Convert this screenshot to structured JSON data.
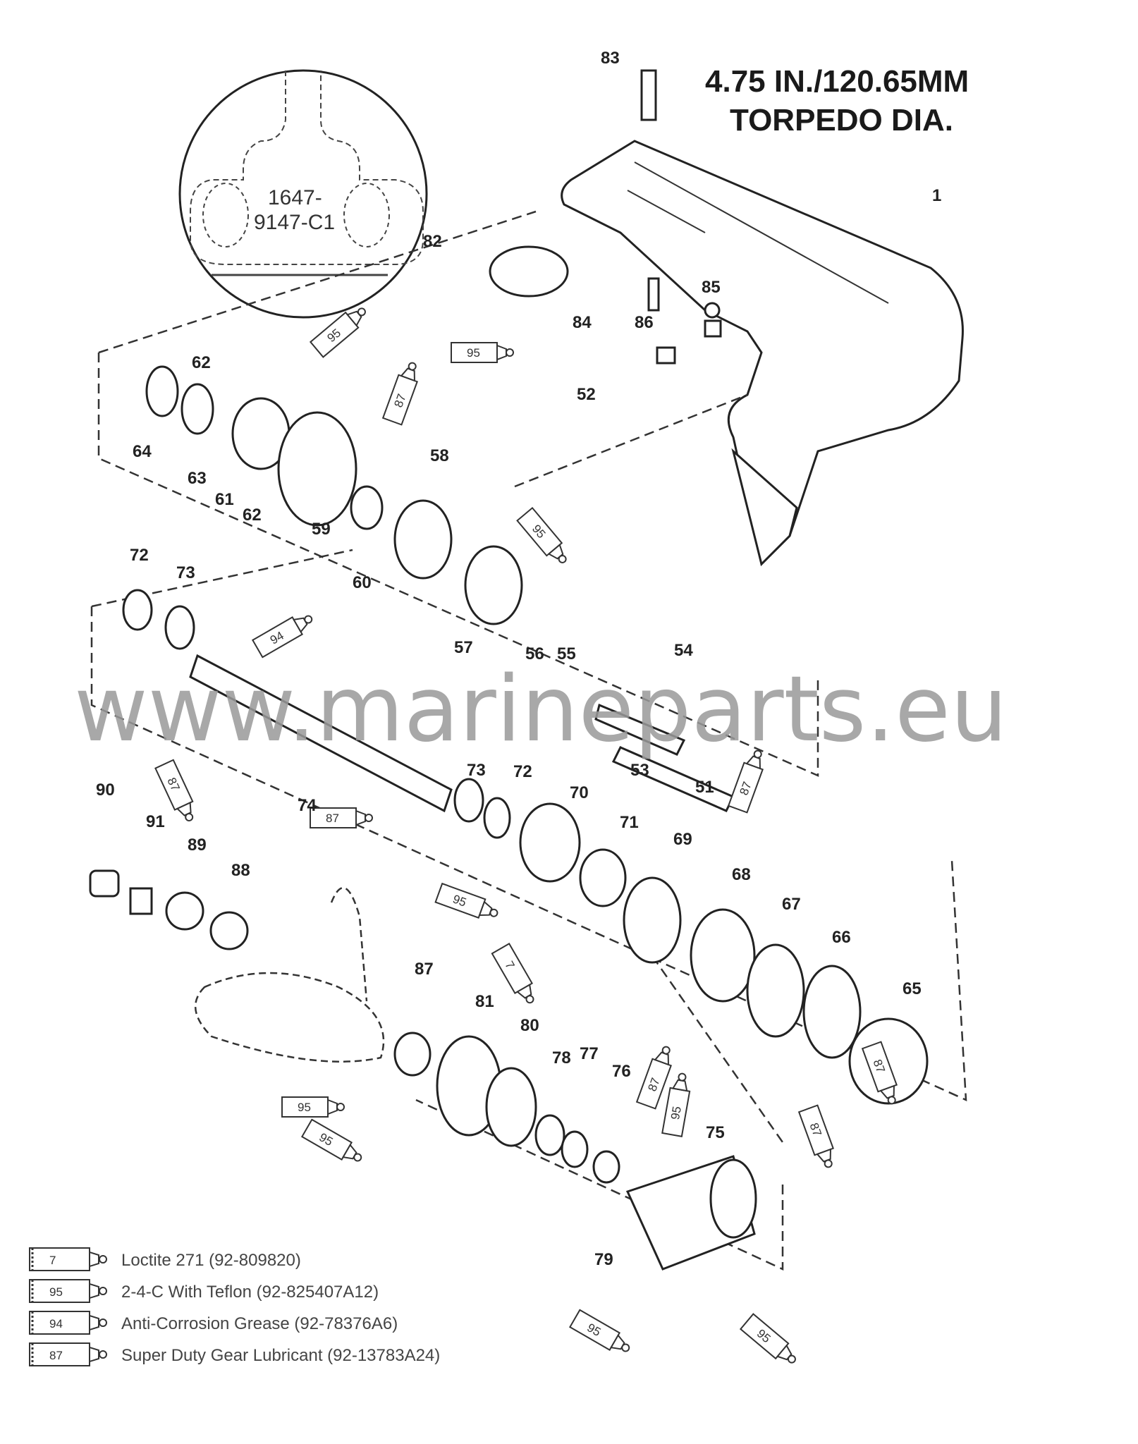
{
  "title": {
    "line1": "4.75 IN./120.65MM",
    "line2": "TORPEDO DIA."
  },
  "inset": {
    "line1": "1647-",
    "line2": "9147-C1"
  },
  "watermark": "www.marineparts.eu",
  "callouts": [
    "83",
    "1",
    "82",
    "85",
    "84",
    "86",
    "52",
    "62",
    "64",
    "63",
    "61",
    "62",
    "59",
    "60",
    "58",
    "57",
    "72",
    "73",
    "56",
    "55",
    "54",
    "53",
    "51",
    "74",
    "73",
    "72",
    "70",
    "71",
    "69",
    "68",
    "67",
    "66",
    "65",
    "90",
    "91",
    "89",
    "88",
    "87",
    "81",
    "80",
    "78",
    "77",
    "76",
    "75",
    "79"
  ],
  "tubes": [
    "95",
    "95",
    "87",
    "95",
    "94",
    "87",
    "87",
    "87",
    "95",
    "7",
    "87",
    "95",
    "87",
    "95",
    "95",
    "95",
    "95",
    "87",
    "95",
    "95"
  ],
  "legend": [
    {
      "code": "7",
      "text": "Loctite 271 (92-809820)"
    },
    {
      "code": "95",
      "text": "2-4-C  With Teflon (92-825407A12)"
    },
    {
      "code": "94",
      "text": "Anti-Corrosion Grease (92-78376A6)"
    },
    {
      "code": "87",
      "text": "Super Duty Gear Lubricant (92-13783A24)"
    }
  ]
}
